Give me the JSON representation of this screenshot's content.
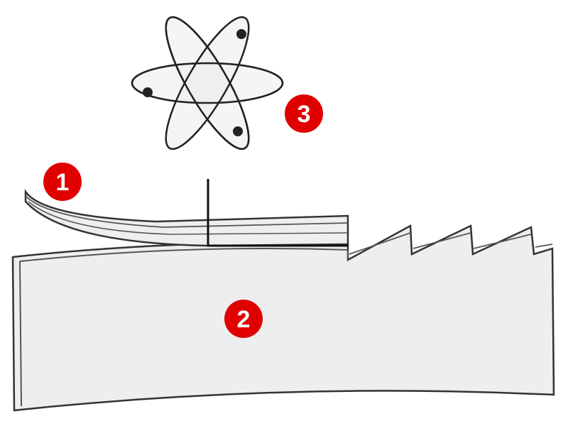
{
  "colors": {
    "badge": "#e00000",
    "fill": "#eeeeee",
    "stroke": "#333333"
  },
  "labels": {
    "badge_1": "1",
    "badge_2": "2",
    "badge_3": "3"
  },
  "icons": [
    "atom-icon"
  ]
}
